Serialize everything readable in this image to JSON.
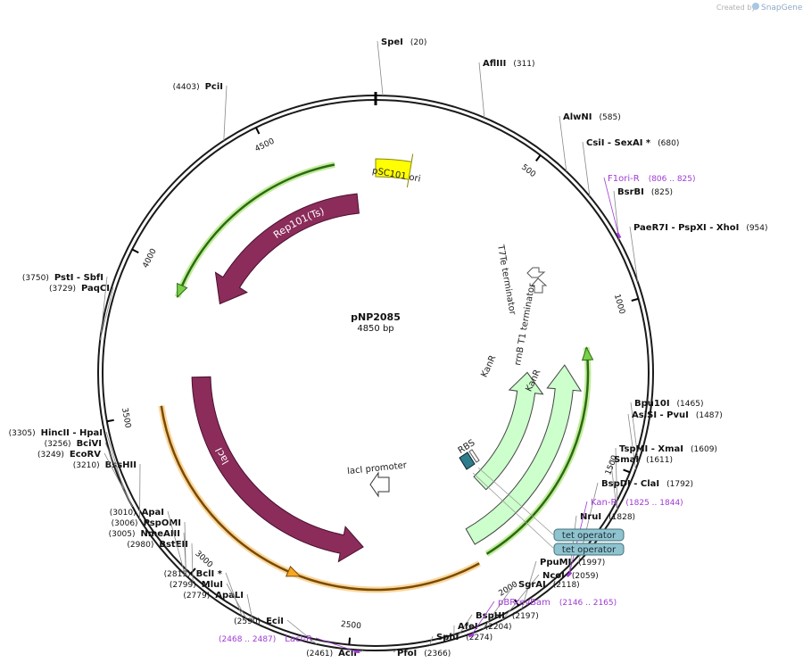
{
  "credit": {
    "text": "Created by",
    "brand": "SnapGene"
  },
  "plasmid": {
    "name": "pNP2085",
    "size": "4850 bp",
    "length": 4850
  },
  "ticks": [
    {
      "pos": 500,
      "label": "500"
    },
    {
      "pos": 1000,
      "label": "1000"
    },
    {
      "pos": 1500,
      "label": "1500"
    },
    {
      "pos": 2000,
      "label": "2000"
    },
    {
      "pos": 2500,
      "label": "2500"
    },
    {
      "pos": 3000,
      "label": "3000"
    },
    {
      "pos": 3500,
      "label": "3500"
    },
    {
      "pos": 4000,
      "label": "4000"
    },
    {
      "pos": 4500,
      "label": "4500"
    }
  ],
  "sites": [
    {
      "id": "spei",
      "name": "SpeI",
      "coord": "(20)",
      "pos": 20,
      "side": "r"
    },
    {
      "id": "aflii",
      "name": "AflIII",
      "coord": "(311)",
      "pos": 311,
      "side": "r"
    },
    {
      "id": "alwni",
      "name": "AlwNI",
      "coord": "(585)",
      "pos": 585,
      "side": "r"
    },
    {
      "id": "csii",
      "name": "CsiI   - SexAI *",
      "coord": "(680)",
      "pos": 680,
      "side": "r"
    },
    {
      "id": "bsrbi",
      "name": "BsrBI",
      "coord": "(825)",
      "pos": 825,
      "side": "r"
    },
    {
      "id": "paer7i",
      "name": "PaeR7I   - PspXI   - XhoI",
      "coord": "(954)",
      "pos": 954,
      "side": "r"
    },
    {
      "id": "bpu10i",
      "name": "Bpu10I",
      "coord": "(1465)",
      "pos": 1465,
      "side": "r"
    },
    {
      "id": "asisi",
      "name": "AsiSI   - PvuI",
      "coord": "(1487)",
      "pos": 1487,
      "side": "r"
    },
    {
      "id": "tspmi",
      "name": "TspMI   - XmaI",
      "coord": "(1609)",
      "pos": 1609,
      "side": "r"
    },
    {
      "id": "smai",
      "name": "SmaI",
      "coord": "(1611)",
      "pos": 1611,
      "side": "r"
    },
    {
      "id": "bspdi",
      "name": "BspDI   - ClaI",
      "coord": "(1792)",
      "pos": 1792,
      "side": "r"
    },
    {
      "id": "nrui",
      "name": "NruI",
      "coord": "(1828)",
      "pos": 1828,
      "side": "r"
    },
    {
      "id": "ppumi",
      "name": "PpuMI",
      "coord": "(1997)",
      "pos": 1997,
      "side": "r"
    },
    {
      "id": "ncoi",
      "name": "NcoI",
      "coord": "(2059)",
      "pos": 2059,
      "side": "r"
    },
    {
      "id": "sgrai",
      "name": "SgrAI",
      "coord": "(2118)",
      "pos": 2118,
      "side": "r"
    },
    {
      "id": "bsphi",
      "name": "BspHI",
      "coord": "(2197)",
      "pos": 2197,
      "side": "r"
    },
    {
      "id": "afei",
      "name": "AfeI",
      "coord": "(2204)",
      "pos": 2204,
      "side": "r"
    },
    {
      "id": "sphi",
      "name": "SphI",
      "coord": "(2274)",
      "pos": 2274,
      "side": "r"
    },
    {
      "id": "pfoi",
      "name": "PfoI",
      "coord": "(2366)",
      "pos": 2366,
      "side": "r"
    },
    {
      "id": "acli",
      "name": "AclI",
      "coord": "(2461)",
      "pos": 2461,
      "side": "l"
    },
    {
      "id": "ecii",
      "name": "EciI",
      "coord": "(2590)",
      "pos": 2590,
      "side": "l"
    },
    {
      "id": "apali",
      "name": "ApaLI",
      "coord": "(2779)",
      "pos": 2779,
      "side": "l"
    },
    {
      "id": "mlui",
      "name": "MluI",
      "coord": "(2799)",
      "pos": 2799,
      "side": "l"
    },
    {
      "id": "bcli",
      "name": "BclI *",
      "coord": "(2813)",
      "pos": 2813,
      "side": "l"
    },
    {
      "id": "bsteii",
      "name": "BstEII",
      "coord": "(2980)",
      "pos": 2980,
      "side": "l"
    },
    {
      "id": "nmeaiii",
      "name": "NmeAIII",
      "coord": "(3005)",
      "pos": 3005,
      "side": "l"
    },
    {
      "id": "pspomi",
      "name": "PspOMI",
      "coord": "(3006)",
      "pos": 3006,
      "side": "l"
    },
    {
      "id": "apai",
      "name": "ApaI",
      "coord": "(3010)",
      "pos": 3010,
      "side": "l"
    },
    {
      "id": "bsshii",
      "name": "BssHII",
      "coord": "(3210)",
      "pos": 3210,
      "side": "l"
    },
    {
      "id": "ecorv",
      "name": "EcoRV",
      "coord": "(3249)",
      "pos": 3249,
      "side": "l"
    },
    {
      "id": "bcivi",
      "name": "BciVI",
      "coord": "(3256)",
      "pos": 3256,
      "side": "l"
    },
    {
      "id": "hincii",
      "name": "HincII   - HpaI",
      "coord": "(3305)",
      "pos": 3305,
      "side": "l"
    },
    {
      "id": "paqci",
      "name": "PaqCI",
      "coord": "(3729)",
      "pos": 3729,
      "side": "l"
    },
    {
      "id": "psti",
      "name": "PstI   - SbfI",
      "coord": "(3750)",
      "pos": 3750,
      "side": "l"
    },
    {
      "id": "pcii",
      "name": "PciI",
      "coord": "(4403)",
      "pos": 4403,
      "side": "l"
    }
  ],
  "primers": [
    {
      "id": "f1ori-r",
      "name": "F1ori-R",
      "range": "(806 .. 825)",
      "pos": 815
    },
    {
      "id": "kan-r",
      "name": "Kan-R",
      "range": "(1825 .. 1844)",
      "pos": 1834
    },
    {
      "id": "pbrrevbam",
      "name": "pBRrevBam",
      "range": "(2146 .. 2165)",
      "pos": 2155
    },
    {
      "id": "laci-r",
      "name": "LacI-R",
      "range": "(2468 .. 2487)",
      "pos": 2477
    }
  ],
  "operators": [
    {
      "label": "tet operator"
    },
    {
      "label": "tet operator"
    }
  ],
  "features": {
    "rep101": "Rep101(Ts)",
    "psc101": "pSC101 ori",
    "laci": "lacI",
    "laci_promoter": "lacI promoter",
    "kanr_outer": "KanR",
    "kanr_inner": "KanR",
    "rbs": "RBS",
    "t7te": "T7Te terminator",
    "rrnb": "rrnB T1 terminator"
  },
  "colors": {
    "rep": "#8b2c5a",
    "ori": "#ffff00",
    "laci": "#8b2c5a",
    "kanr": "#ccffcc",
    "kanr_glow": "#76c442",
    "primer": "#9f3bd4",
    "operator": "#8fc3cf",
    "orange_glow": "#f5b54a",
    "rbs": "#2e7d8c"
  }
}
